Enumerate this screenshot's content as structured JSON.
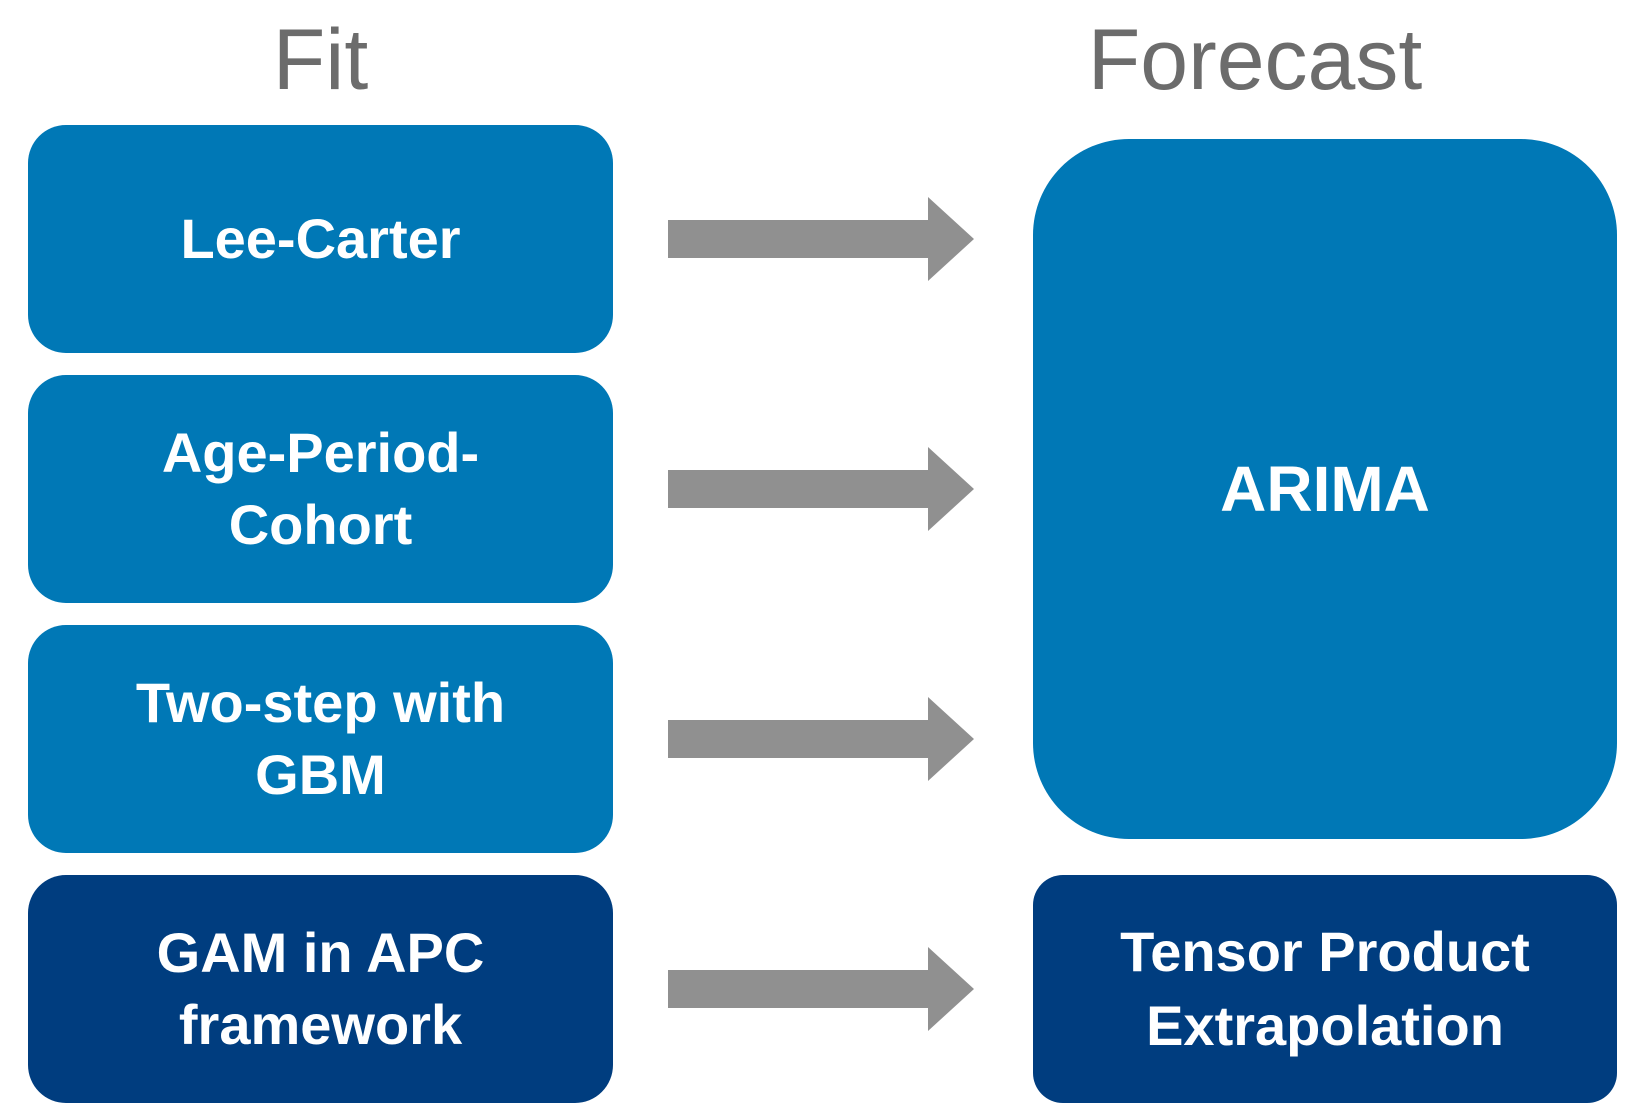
{
  "headings": {
    "fit": "Fit",
    "forecast": "Forecast"
  },
  "fit_boxes": [
    {
      "name": "lee-carter",
      "lines": [
        "Lee-Carter"
      ]
    },
    {
      "name": "age-period-cohort",
      "lines": [
        "Age-Period-",
        "Cohort"
      ]
    },
    {
      "name": "two-step-with-gbm",
      "lines": [
        "Two-step with",
        "GBM"
      ]
    },
    {
      "name": "gam-in-apc-framework",
      "lines": [
        "GAM in APC",
        "framework"
      ]
    }
  ],
  "forecast_boxes": [
    {
      "name": "arima",
      "lines": [
        "ARIMA"
      ]
    },
    {
      "name": "tensor-product-extrapolation",
      "lines": [
        "Tensor Product",
        "Extrapolation"
      ]
    }
  ],
  "arrows": {
    "icon": "arrow-right-icon",
    "count": 4,
    "direction": "left-to-right"
  },
  "colors": {
    "box_blue": "#0078B6",
    "box_navy": "#003D7F",
    "arrow_gray": "#909090",
    "heading_gray": "#6C6C6C",
    "label_white": "#FFFFFF"
  }
}
